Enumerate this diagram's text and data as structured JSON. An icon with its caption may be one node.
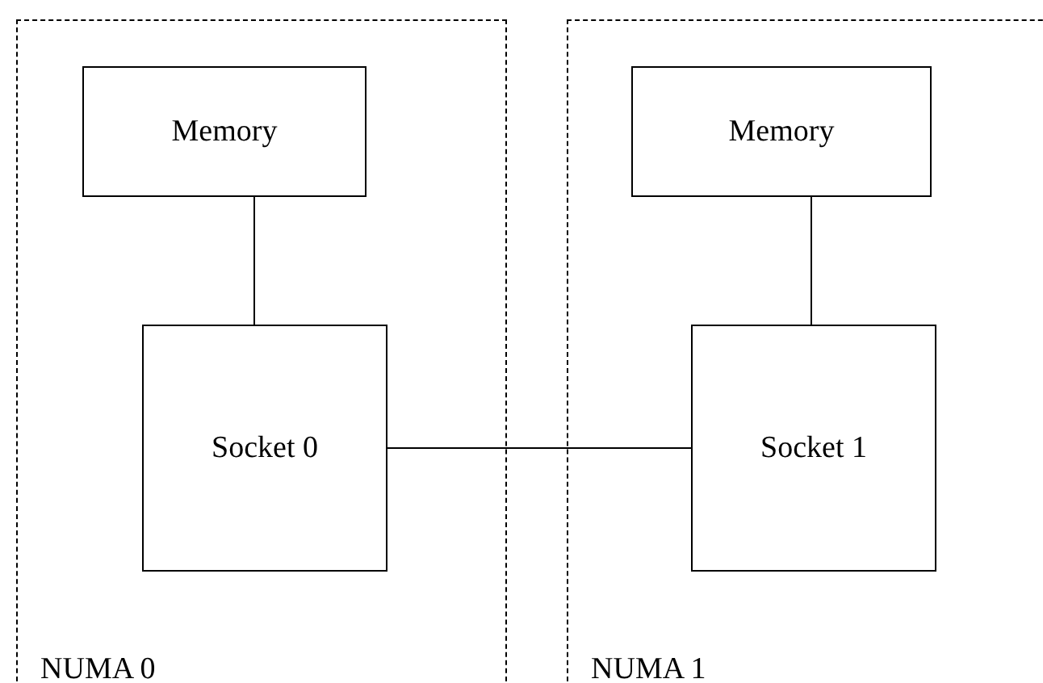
{
  "diagram": {
    "nodes": [
      {
        "text": [
          "NUMA 0"
        ]
      },
      {
        "text": [
          "Memory"
        ],
        "in": 0
      },
      {
        "text": [
          "Socket 0"
        ],
        "in": 0
      },
      {
        "text": [
          "NUMA 1"
        ]
      },
      {
        "text": [
          "Memory"
        ],
        "in": 3
      },
      {
        "text": [
          "Socket 1"
        ],
        "in": 3
      }
    ],
    "edges": [
      {
        "from": 1,
        "to": 2,
        "arrow": "none"
      },
      {
        "from": 4,
        "to": 5,
        "arrow": "none"
      },
      {
        "from": 2,
        "to": 5,
        "arrow": "none"
      }
    ]
  }
}
